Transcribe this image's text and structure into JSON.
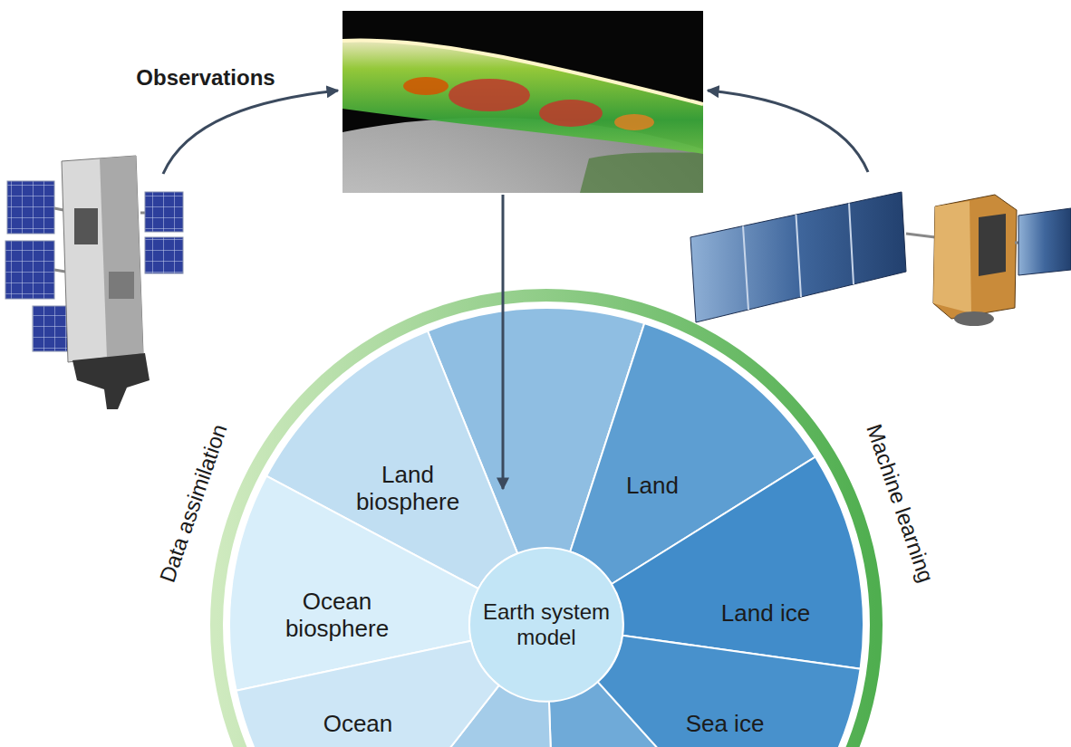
{
  "diagram": {
    "nodes": [
      {
        "text": [
          "Land biosphere"
        ]
      },
      {
        "text": [
          "Land"
        ]
      },
      {
        "text": [
          "Ocean biosphere"
        ]
      },
      {
        "text": [
          "Earth system model"
        ]
      },
      {
        "text": [
          "Land ice"
        ]
      },
      {
        "text": [
          "Ocean"
        ]
      },
      {
        "text": [
          "Sea ice"
        ]
      }
    ],
    "labels": [
      "Observations",
      "Data assimilation",
      "Machine learning"
    ]
  }
}
